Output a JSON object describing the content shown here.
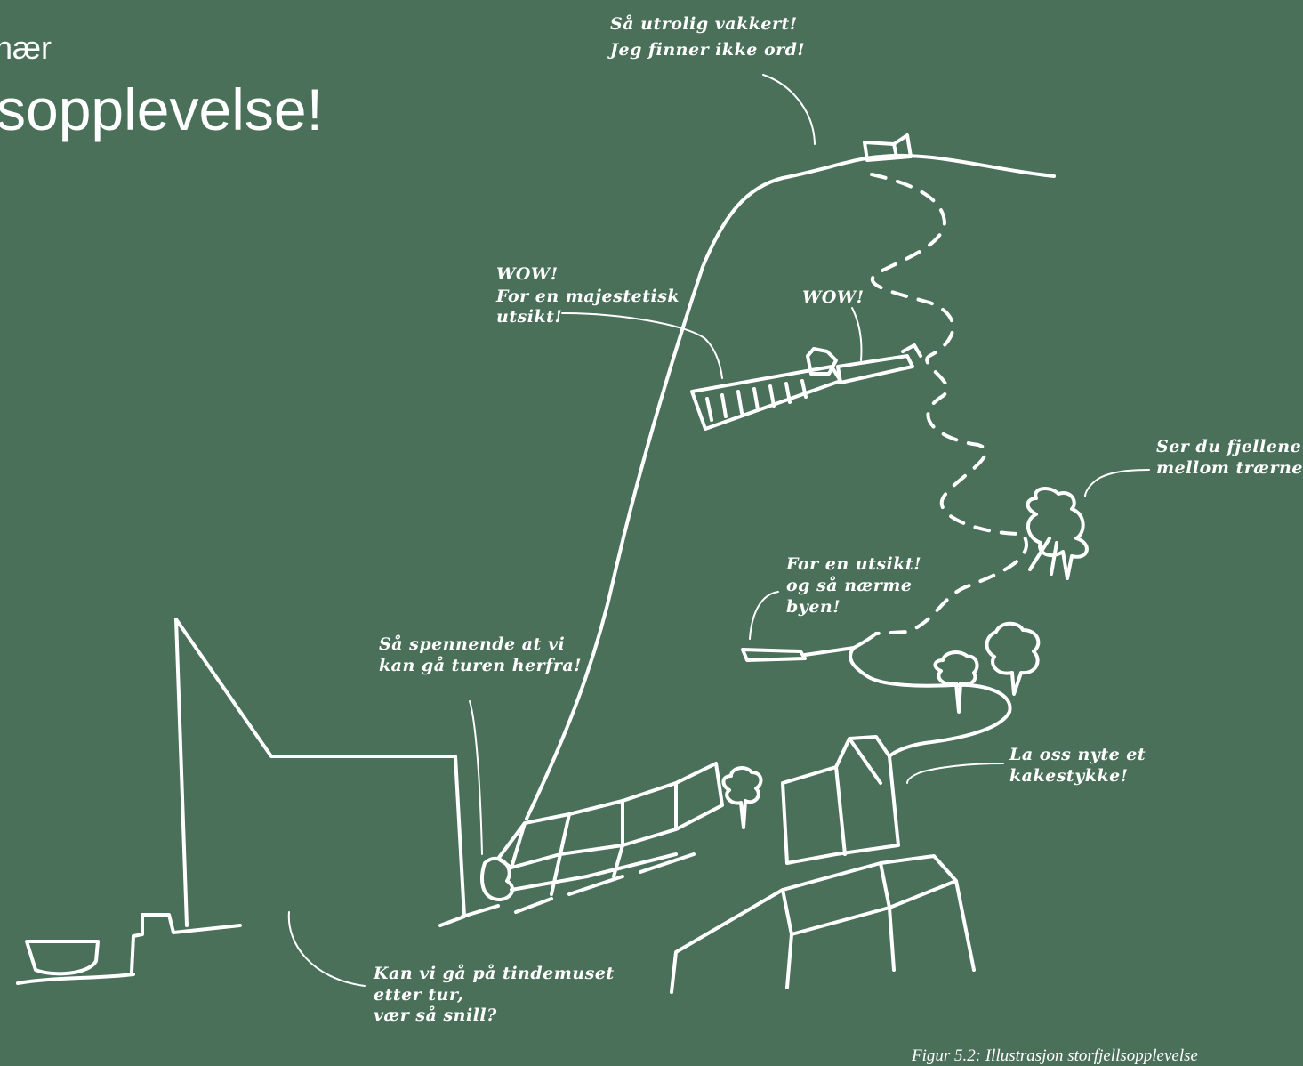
{
  "header": {
    "subtitle_fragment": "nær",
    "title_fragment": "sopplevelse!"
  },
  "speech": {
    "top": [
      "Så utrolig vakkert!",
      "Jeg finner ikke ord!"
    ],
    "wow_majestic": [
      "WOW!",
      "For en majestetisk",
      "utsikt!"
    ],
    "wow_small": [
      "WOW!"
    ],
    "mountains": [
      "Ser du fjellene",
      "mellom trærne?"
    ],
    "city_view": [
      "For en utsikt!",
      "og så nærme",
      "byen!"
    ],
    "start_trip": [
      "Så spennende at vi",
      "kan gå turen herfra!"
    ],
    "cake": [
      "La oss nyte et",
      "kakestykke!"
    ],
    "museum": [
      "Kan vi gå på tindemuset",
      "etter tur,",
      "vær så snill?"
    ]
  },
  "caption": "Figur 5.2: Illustrasjon storfjellsopplevelse",
  "colors": {
    "background": "#4a705a",
    "stroke": "#ffffff"
  }
}
